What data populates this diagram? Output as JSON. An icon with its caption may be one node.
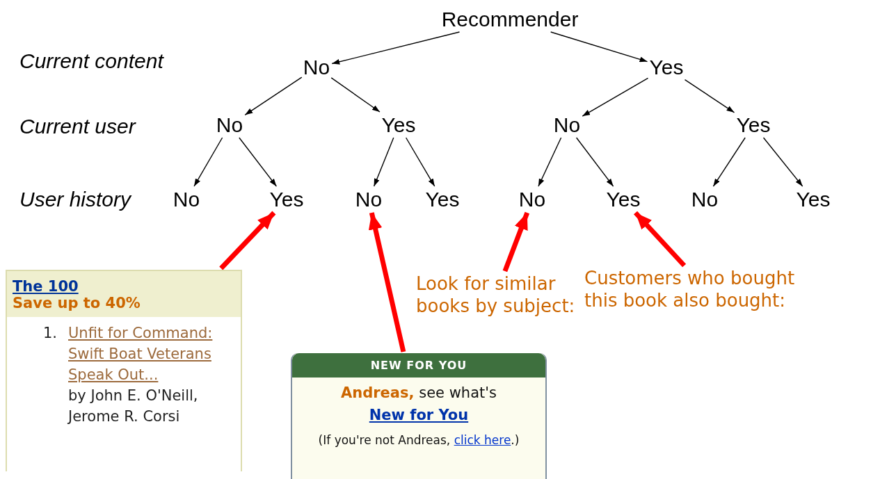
{
  "diagram": {
    "nodes": [
      {
        "text": [
          "Recommender"
        ]
      },
      {
        "text": [
          "No"
        ]
      },
      {
        "text": [
          "Yes"
        ]
      },
      {
        "text": [
          "No"
        ]
      },
      {
        "text": [
          "Yes"
        ]
      },
      {
        "text": [
          "No"
        ]
      },
      {
        "text": [
          "Yes"
        ]
      },
      {
        "text": [
          "No"
        ]
      },
      {
        "text": [
          "Yes"
        ]
      },
      {
        "text": [
          "No"
        ]
      },
      {
        "text": [
          "Yes"
        ]
      },
      {
        "text": [
          "No"
        ]
      },
      {
        "text": [
          "Yes"
        ]
      },
      {
        "text": [
          "No"
        ]
      },
      {
        "text": [
          "Yes"
        ]
      },
      {
        "text": [
          "The 100",
          "Save up to 40%",
          "1.",
          "Unfit for Command: Swift Boat Veterans Speak Out...",
          "by John E. O'Neill, Jerome R. Corsi"
        ]
      },
      {
        "text": [
          "Customers who bought this book also bought:"
        ]
      },
      {
        "text": [
          "Look for similar books by subject:"
        ]
      },
      {
        "text": [
          "NEW FOR YOU",
          "**Andreas,** see what's **New for You**",
          "(If you're not Andreas, *click here*.)"
        ]
      }
    ],
    "edges": [
      {
        "from": 0,
        "to": 1,
        "arrow": "to"
      },
      {
        "from": 0,
        "to": 2,
        "arrow": "to"
      },
      {
        "from": 1,
        "to": 3,
        "arrow": "to"
      },
      {
        "from": 1,
        "to": 4,
        "arrow": "to"
      },
      {
        "from": 2,
        "to": 5,
        "arrow": "to"
      },
      {
        "from": 2,
        "to": 6,
        "arrow": "to"
      },
      {
        "from": 3,
        "to": 7,
        "arrow": "to"
      },
      {
        "from": 3,
        "to": 8,
        "arrow": "to"
      },
      {
        "from": 4,
        "to": 9,
        "arrow": "to"
      },
      {
        "from": 4,
        "to": 10,
        "arrow": "to"
      },
      {
        "from": 5,
        "to": 11,
        "arrow": "to"
      },
      {
        "from": 5,
        "to": 12,
        "arrow": "to"
      },
      {
        "from": 6,
        "to": 13,
        "arrow": "to"
      },
      {
        "from": 6,
        "to": 14,
        "arrow": "to"
      },
      {
        "from": 15,
        "to": 8,
        "arrow": "to",
        "style": "thick",
        "color": "#ff0000"
      },
      {
        "from": 18,
        "to": 9,
        "arrow": "to",
        "style": "thick",
        "color": "#ff0000"
      },
      {
        "from": 17,
        "to": 11,
        "arrow": "to",
        "style": "thick",
        "color": "#ff0000"
      },
      {
        "from": 16,
        "to": 12,
        "arrow": "to",
        "style": "thick",
        "color": "#ff0000"
      }
    ],
    "labels": [
      "Current content",
      "Current user",
      "User history"
    ]
  }
}
